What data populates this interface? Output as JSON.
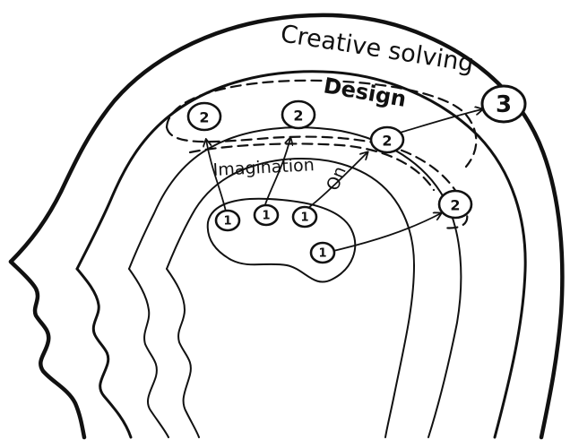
{
  "labels": {
    "outer": "Creative solving",
    "middle": "Design",
    "inner_a": "Imagination",
    "inner_b": "On"
  },
  "nodes": {
    "level1": "1",
    "level2": "2",
    "level3": "3"
  }
}
